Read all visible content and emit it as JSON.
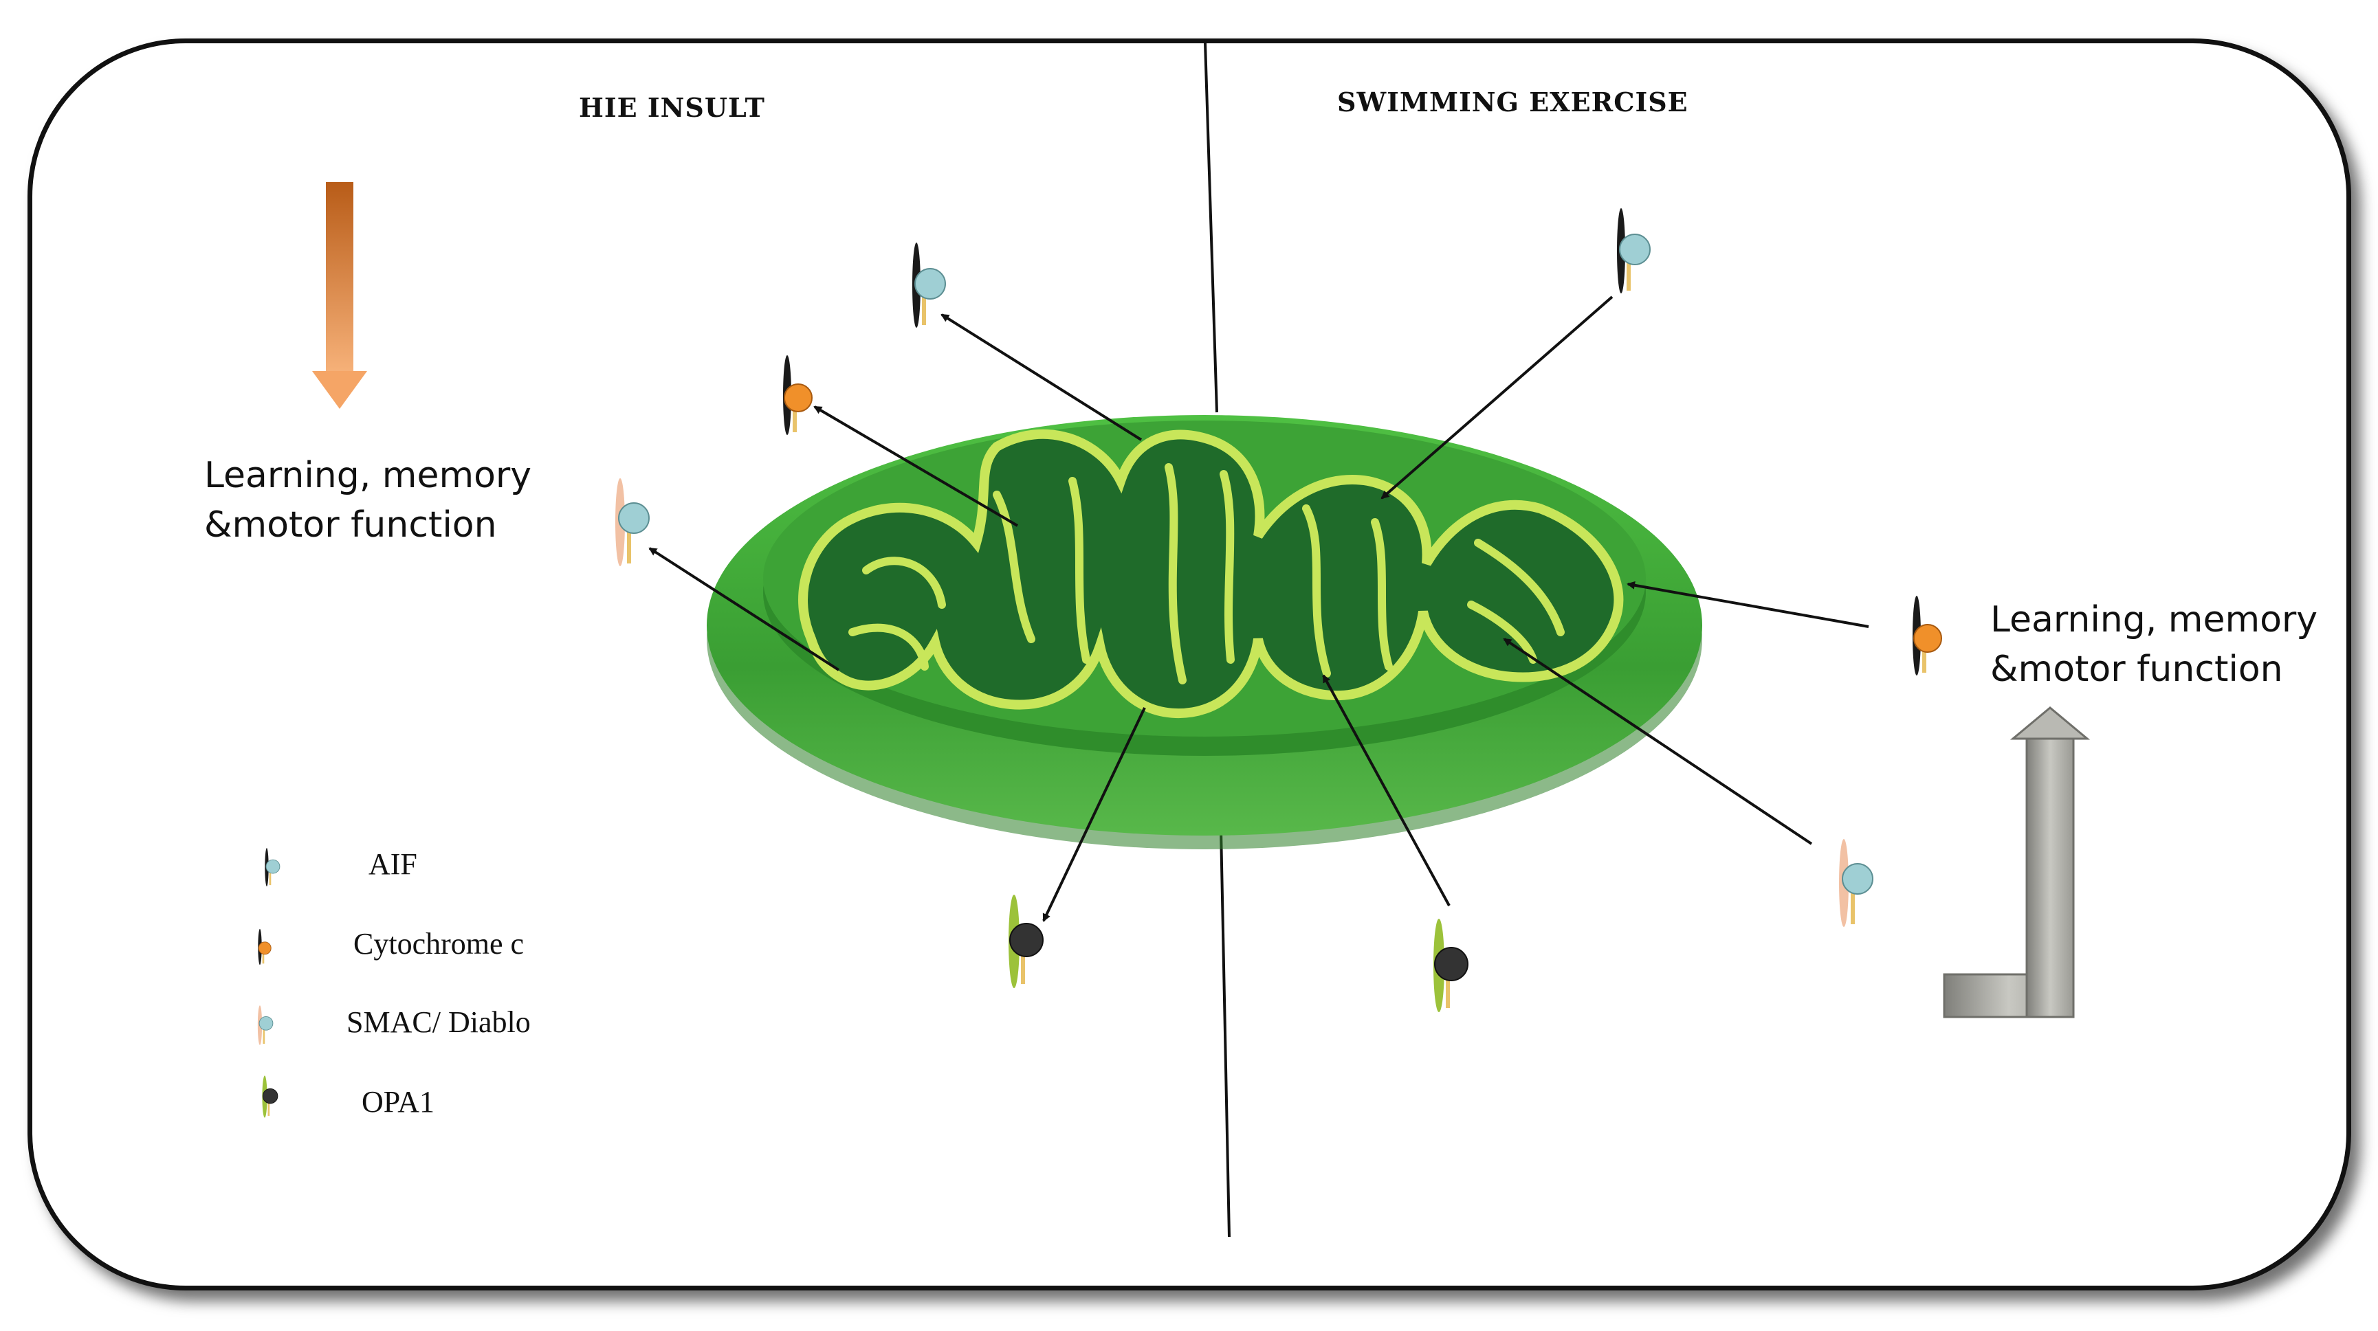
{
  "sections": {
    "left_title": "HIE INSULT",
    "right_title": "SWIMMING EXERCISE"
  },
  "outcomes": {
    "left": "Learning, memory\n&motor function",
    "right": "Learning, memory\n&motor function"
  },
  "legend": [
    {
      "label": "AIF",
      "icon": "aif-icon"
    },
    {
      "label": "Cytochrome  c",
      "icon": "cytochrome-c-icon"
    },
    {
      "label": "SMAC/ Diablo",
      "icon": "smac-diablo-icon"
    },
    {
      "label": "OPA1",
      "icon": "opa1-icon"
    }
  ],
  "colors": {
    "decrease_arrow": "#e07a2a",
    "increase_arrow": "#9a9a94",
    "mitochondrion_outer": "#3fa534",
    "mitochondrion_matrix": "#1f6b2a",
    "cristae_membrane": "#c8e65a",
    "aif": "#9fcfd4",
    "cytochrome_c": "#f0902a",
    "smac_diablo": "#9fcfd4",
    "opa1": "#333333"
  }
}
